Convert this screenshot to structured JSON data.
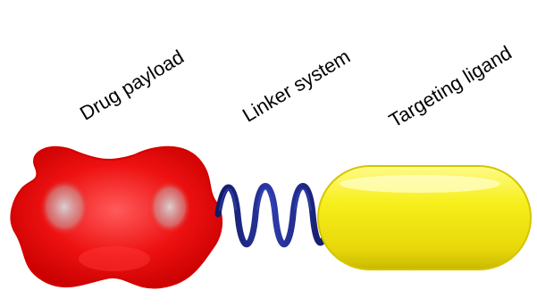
{
  "labels": {
    "drug_payload": "Drug payload",
    "linker_system": "Linker system",
    "targeting_ligand": "Targeting ligand"
  },
  "colors": {
    "drug_payload": "#ee1111",
    "linker_system": "#1f2a8c",
    "targeting_ligand": "#f2ea10",
    "background": "#ffffff",
    "text": "#000000"
  },
  "components": [
    {
      "name": "drug-payload",
      "shape": "cross-shaped blob",
      "color": "#ee1111"
    },
    {
      "name": "linker-system",
      "shape": "coil spring",
      "color": "#1f2a8c"
    },
    {
      "name": "targeting-ligand",
      "shape": "capsule",
      "color": "#f2ea10"
    }
  ]
}
